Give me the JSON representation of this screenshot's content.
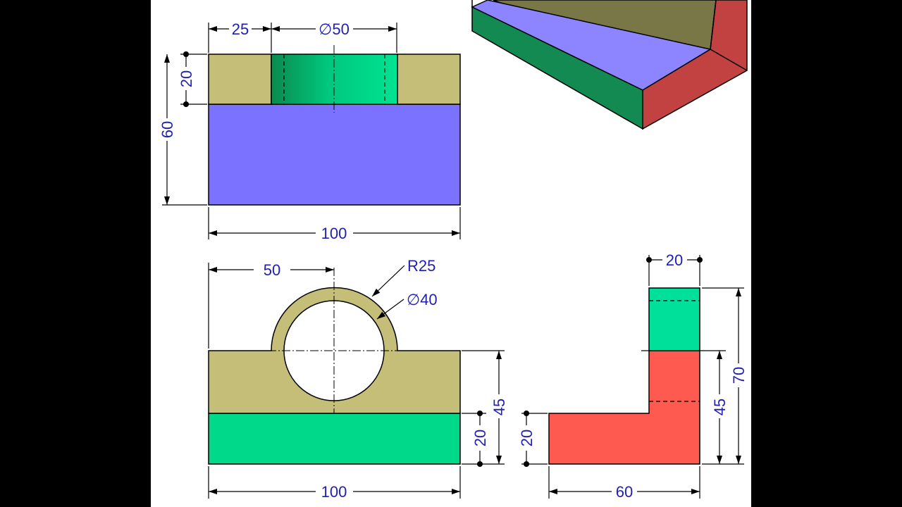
{
  "colors": {
    "background": "#000000",
    "paper": "#ffffff",
    "olive": "#c4be79",
    "blue": "#7b73ff",
    "green": "#00d98a",
    "green_dark": "#0c9a5a",
    "red": "#ff5a50",
    "red_dark": "#c24141",
    "iso_green": "#128a52",
    "iso_olive": "#7a7747",
    "iso_blue": "#8c85ff",
    "dim_text": "#1f1fb4"
  },
  "top_view": {
    "dim_left_width": "25",
    "dim_hole_diameter": "∅50",
    "dim_slot_depth": "20",
    "dim_depth": "60",
    "dim_length": "100"
  },
  "front_view": {
    "dim_center_offset": "50",
    "dim_outer_radius": "R25",
    "dim_hole_diameter": "∅40",
    "dim_body_height": "45",
    "dim_base_height": "20",
    "dim_length": "100"
  },
  "side_view": {
    "dim_upright_width": "20",
    "dim_total_height": "70",
    "dim_body_height": "45",
    "dim_base_height": "20",
    "dim_depth": "60"
  }
}
